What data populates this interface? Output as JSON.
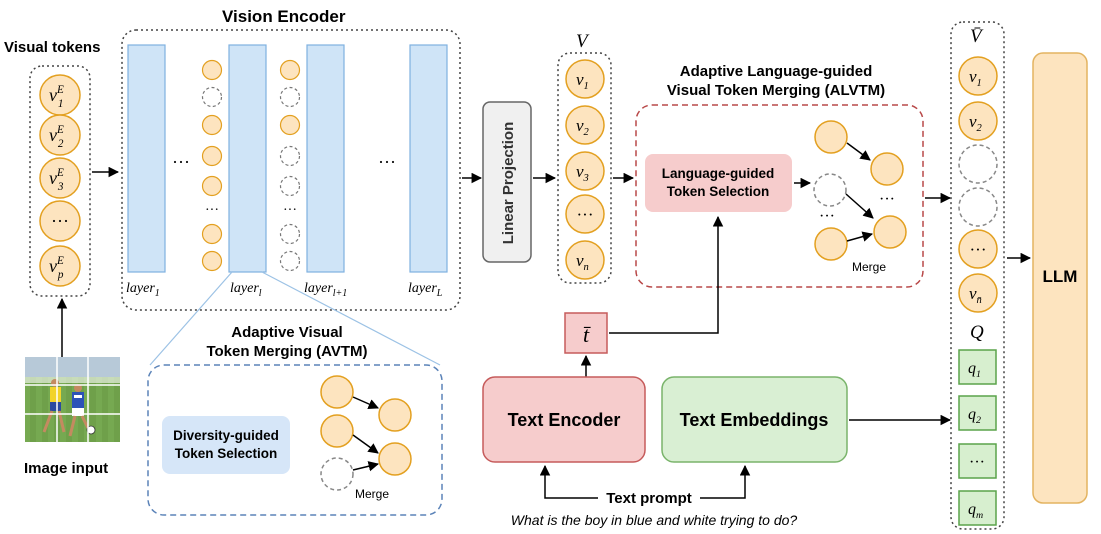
{
  "visual_tokens": {
    "title": "Visual tokens",
    "tokens": [
      {
        "base": "v",
        "sup": "E",
        "sub": "1"
      },
      {
        "base": "v",
        "sup": "E",
        "sub": "2"
      },
      {
        "base": "v",
        "sup": "E",
        "sub": "3"
      },
      {
        "base": "",
        "sup": "",
        "sub": "",
        "text": "···"
      },
      {
        "base": "v",
        "sup": "E",
        "sub": "p"
      }
    ]
  },
  "image_input": {
    "label": "Image input"
  },
  "vision_encoder": {
    "title": "Vision Encoder",
    "layers": [
      {
        "base": "layer",
        "sub": "1"
      },
      {
        "base": "layer",
        "sub": "l"
      },
      {
        "base": "layer",
        "sub": "l+1"
      },
      {
        "base": "layer",
        "sub": "L"
      }
    ],
    "ellipsis_h": "···",
    "ellipsis_v": "···"
  },
  "avtm": {
    "title_line1": "Adaptive Visual",
    "title_line2": "Token Merging (AVTM)",
    "selection_line1": "Diversity-guided",
    "selection_line2": "Token Selection",
    "merge_label": "Merge"
  },
  "linear_projection": {
    "label": "Linear Projection"
  },
  "v_column": {
    "title": "V",
    "tokens": [
      {
        "base": "v",
        "sub": "1"
      },
      {
        "base": "v",
        "sub": "2"
      },
      {
        "base": "v",
        "sub": "3"
      },
      {
        "base": "",
        "sub": "",
        "text": "···"
      },
      {
        "base": "v",
        "sub": "n"
      }
    ]
  },
  "alvtm": {
    "title_line1": "Adaptive Language-guided",
    "title_line2": "Visual Token Merging (ALVTM)",
    "selection_line1": "Language-guided",
    "selection_line2": "Token Selection",
    "merge_label": "Merge",
    "ellipsis": "···"
  },
  "t_bar": {
    "label": "t̄"
  },
  "text_encoder": {
    "label": "Text Encoder"
  },
  "text_embeddings": {
    "label": "Text Embeddings"
  },
  "text_prompt": {
    "label": "Text prompt",
    "question": "What is the boy in blue and white trying to do?"
  },
  "vbar_column": {
    "title": "V̄",
    "tokens": [
      {
        "base": "v",
        "sub": "1"
      },
      {
        "base": "v",
        "sub": "2"
      },
      {
        "base": "",
        "sub": "",
        "empty": true
      },
      {
        "base": "",
        "sub": "",
        "empty": true
      },
      {
        "base": "",
        "sub": "",
        "text": "···"
      },
      {
        "base": "v",
        "sub": "n̄"
      }
    ],
    "q_title": "Q",
    "q_tokens": [
      {
        "base": "q",
        "sub": "1"
      },
      {
        "base": "q",
        "sub": "2"
      },
      {
        "base": "",
        "sub": "",
        "text": "···"
      },
      {
        "base": "q",
        "sub": "m"
      }
    ]
  },
  "llm": {
    "label": "LLM"
  },
  "colors": {
    "token_fill": "#fde4bf",
    "token_stroke": "#e3a020",
    "layer_fill": "#cfe4f7",
    "layer_stroke": "#7fb1e0",
    "red_box": "#f6cccc",
    "red_stroke": "#c65b5b",
    "green_box": "#d9efd3",
    "green_stroke": "#7ab46b",
    "llm_fill": "#fde4bf",
    "llm_stroke": "#e3b360",
    "blue_box": "#d6e6f8",
    "q_fill": "#d7efcf",
    "q_stroke": "#5aa34a"
  }
}
